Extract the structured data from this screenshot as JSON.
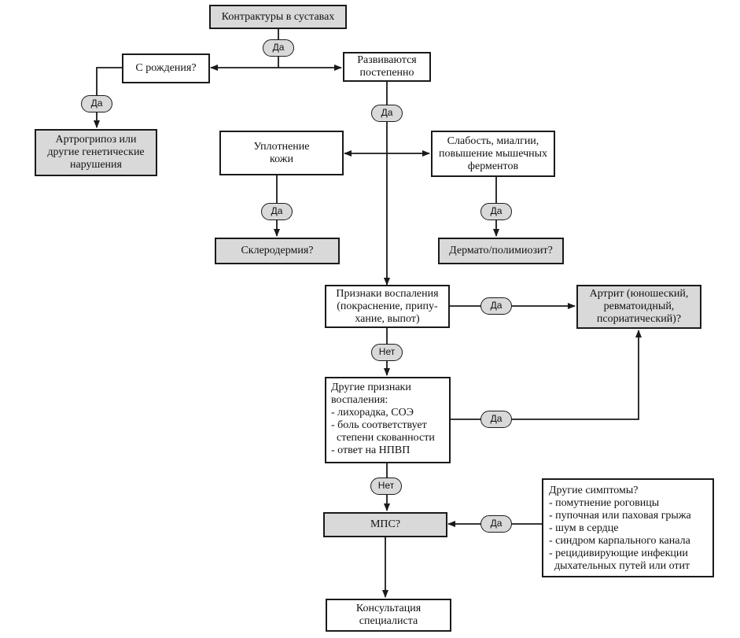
{
  "nodes": {
    "contractures": "Контрактуры в суставах",
    "from_birth": "С рождения?",
    "gradual": "Развиваются\nпостепенно",
    "arthrogryposis": "Артрогрипоз или\nдругие генетические\nнарушения",
    "skin_thickening": "Уплотнение\nкожи",
    "weakness": "Слабость, миалгии,\nповышение мышечных\nферментов",
    "scleroderma": "Склеродермия?",
    "dermatomyositis": "Дермато/полимиозит?",
    "inflammation": "Признаки воспаления\n(покраснение, припу-\nхание, выпот)",
    "arthritis": "Артрит (юношеский,\nревматоидный,\nпсориатический)?",
    "other_inflammation": {
      "title": "Другие признаки\nвоспаления:",
      "items": [
        "- лихорадка, СОЭ",
        "- боль соответствует\n  степени скованности",
        "- ответ на НПВП"
      ]
    },
    "mps": "МПС?",
    "other_symptoms": {
      "title": "Другие симптомы?",
      "items": [
        "- помутнение роговицы",
        "- пупочная или паховая грыжа",
        "- шум в сердце",
        "- синдром карпального канала",
        "- рецидивирующие инфекции\n  дыхательных путей или отит"
      ]
    },
    "consultation": "Консультация\nспециалиста"
  },
  "labels": {
    "yes": "Да",
    "no": "Нет"
  }
}
